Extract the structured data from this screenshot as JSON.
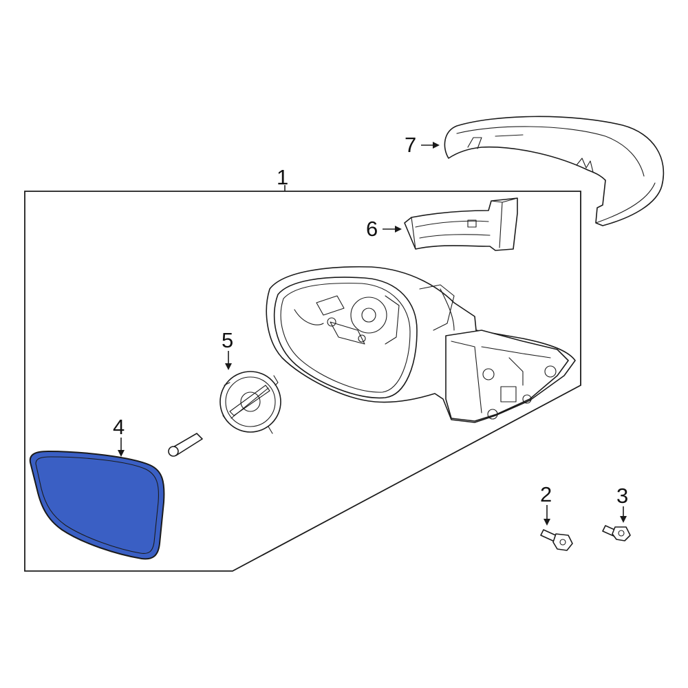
{
  "colors": {
    "highlight_part": "#3a5fc4",
    "line": "#1a1a1a",
    "background": "#ffffff"
  },
  "callouts": {
    "assembly": "1",
    "bolt_a": "2",
    "bolt_b": "3",
    "mirror_glass": "4",
    "actuator": "5",
    "signal_lamp": "6",
    "cover": "7"
  }
}
